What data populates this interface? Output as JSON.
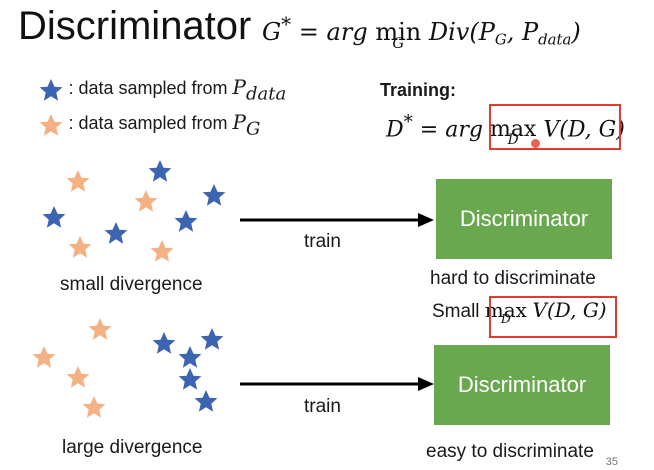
{
  "slide": {
    "title": "Discriminator",
    "objective": {
      "lhs": "G",
      "sup": "*",
      "eq": " = ",
      "arg": "arg ",
      "op": "min",
      "op_sub": "G",
      "fn": "Div(P",
      "sub1": "G",
      "mid": ", P",
      "sub2": "data",
      "close": ")"
    },
    "legend": [
      {
        "text": ": data sampled from ",
        "var": "P",
        "sub": "data",
        "color": "#3c64b1"
      },
      {
        "text": ": data sampled from ",
        "var": "P",
        "sub": "G",
        "color": "#f4b183"
      }
    ],
    "training_heading": "Training:",
    "training_eq": {
      "lhs": "D",
      "sup": "*",
      "eq": " = ",
      "arg": "arg ",
      "op": "max",
      "op_sub": "D",
      "fn": "V(D, G)"
    },
    "row_small": {
      "label": "small divergence",
      "arrow_label": "train",
      "box_label": "Discriminator",
      "result": "hard to discriminate"
    },
    "small_max": {
      "prefix": "Small ",
      "op": "max",
      "op_sub": "D",
      "fn": "V(D, G)"
    },
    "row_large": {
      "label": "large divergence",
      "arrow_label": "train",
      "box_label": "Discriminator",
      "result": "easy to discriminate"
    },
    "page_number": "35",
    "colors": {
      "data_star": "#3c64b1",
      "gen_star": "#f4b183",
      "discriminator_fill": "#6aa84f",
      "highlight_box": "#e23b2e",
      "cursor_dot": "#e23b2e"
    },
    "icons": {
      "data_point": "star-icon-blue",
      "generated_point": "star-icon-orange"
    }
  }
}
